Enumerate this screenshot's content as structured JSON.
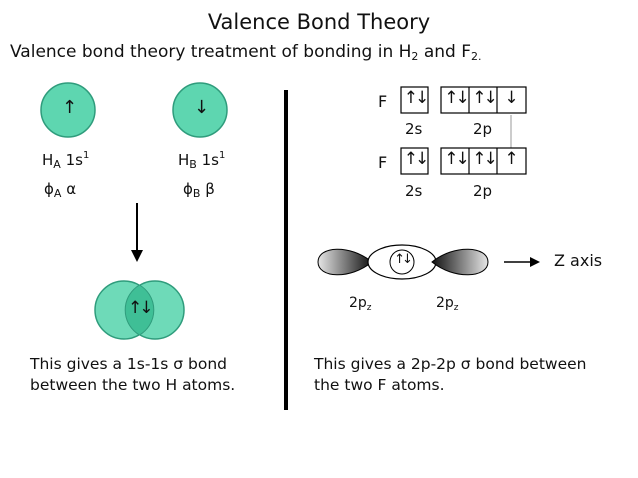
{
  "title": "Valence Bond Theory",
  "subtitle": {
    "prefix": "Valence bond theory treatment of bonding in H",
    "h_sub": "2",
    "mid": " and F",
    "f_sub": "2."
  },
  "left": {
    "atom_a": {
      "symbol": "H",
      "sub": "A",
      "orbital": " 1s",
      "sup": "1",
      "wavefn": "ϕ",
      "wf_sub": "A",
      "spin": " α"
    },
    "atom_b": {
      "symbol": "H",
      "sub": "B",
      "orbital": " 1s",
      "sup": "1",
      "wavefn": "ϕ",
      "wf_sub": "B",
      "spin": " β"
    },
    "spin_up": "↑",
    "spin_down": "↓",
    "bond_pair": "↑↓",
    "caption_line1": "This gives a 1s-1s σ bond",
    "caption_line2": "between the two H atoms."
  },
  "right": {
    "f1": {
      "symbol": "F",
      "boxes_2s": [
        "↑↓"
      ],
      "boxes_2p": [
        "↑↓",
        "↑↓",
        "↓"
      ],
      "label_2s": "2s",
      "label_2p": "2p"
    },
    "f2": {
      "symbol": "F",
      "boxes_2s": [
        "↑↓"
      ],
      "boxes_2p": [
        "↑↓",
        "↑↓",
        "↑"
      ],
      "label_2s": "2s",
      "label_2p": "2p"
    },
    "overlap_pair": "↑↓",
    "axis_label": "Z axis",
    "orbital_label_left": "2p",
    "orbital_label_right": "2p",
    "orbital_sub": "z",
    "caption_line1": "This gives a 2p-2p σ bond between",
    "caption_line2": "the two F atoms."
  },
  "colors": {
    "orbital_fill": "#5ed6b0",
    "orbital_stroke": "#2f9c7c",
    "lobe_dark": "#1a1a1a",
    "lobe_light": "#e8e8e8"
  }
}
